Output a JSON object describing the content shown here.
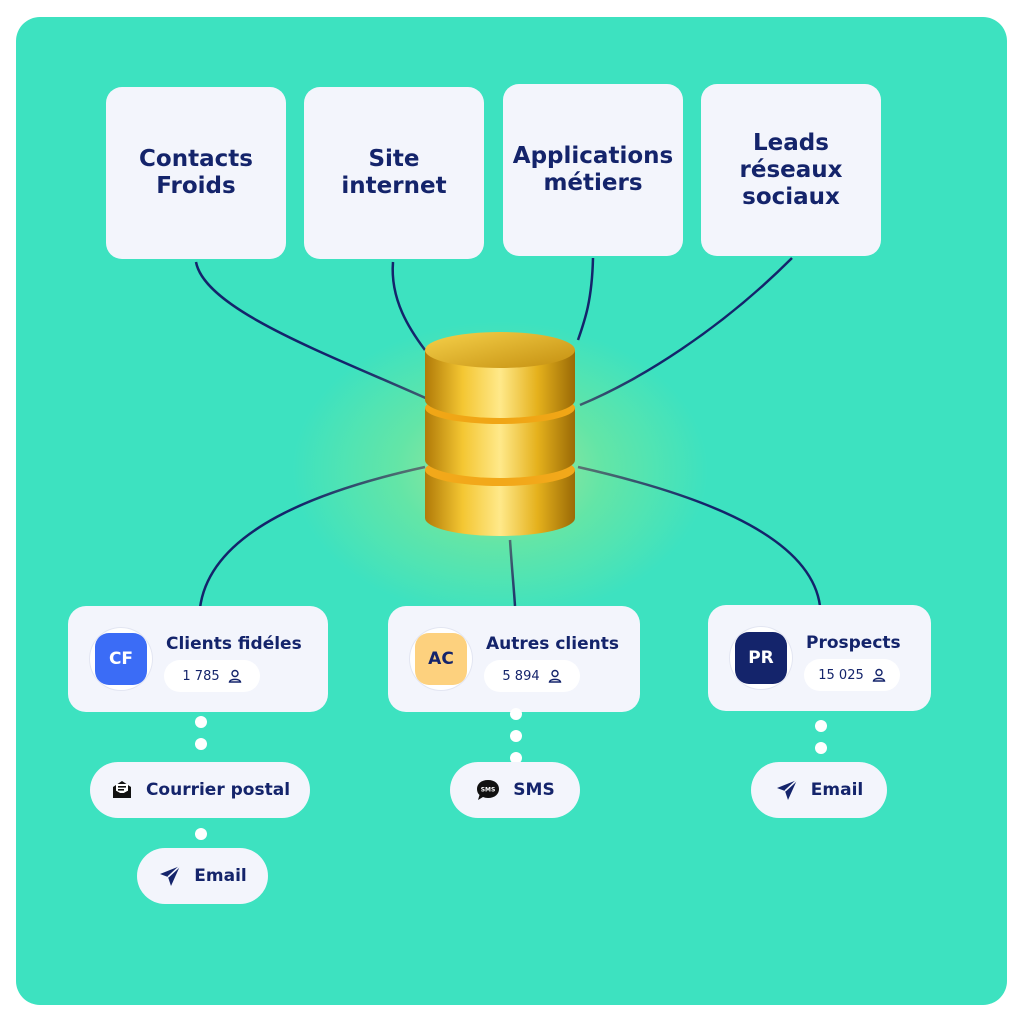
{
  "sources": [
    {
      "label": "Contacts\nFroids"
    },
    {
      "label": "Site\ninternet"
    },
    {
      "label": "Applications\nmétiers"
    },
    {
      "label": "Leads\nréseaux\nsociaux"
    }
  ],
  "central_node": {
    "icon": "database-icon",
    "color": "#e8b010"
  },
  "segments": [
    {
      "initials": "CF",
      "name": "Clients fidéles",
      "count": "1 785",
      "avatar_bg": "#3b6cf6",
      "avatar_fg": "#ffffff"
    },
    {
      "initials": "AC",
      "name": "Autres clients",
      "count": "5 894",
      "avatar_bg": "#fdd17e",
      "avatar_fg": "#14246b"
    },
    {
      "initials": "PR",
      "name": "Prospects",
      "count": "15 025",
      "avatar_bg": "#14246b",
      "avatar_fg": "#ffffff"
    }
  ],
  "channels": [
    {
      "label": "Courrier postal",
      "icon": "mail-envelope-icon"
    },
    {
      "label": "Email",
      "icon": "paper-plane-icon"
    },
    {
      "label": "SMS",
      "icon": "sms-bubble-icon"
    },
    {
      "label": "Email",
      "icon": "paper-plane-icon"
    }
  ],
  "colors": {
    "background": "#3de2c0",
    "card": "#f3f5fc",
    "text": "#14246b",
    "line": "#14246b"
  }
}
